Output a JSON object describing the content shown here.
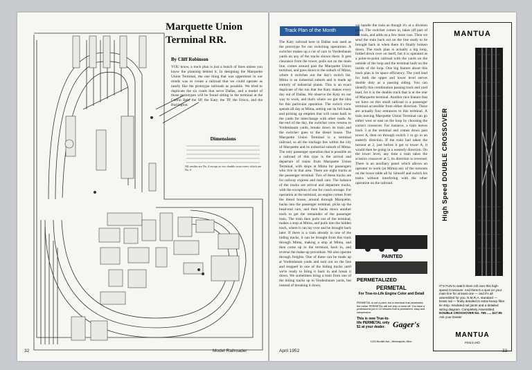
{
  "left_page": {
    "title": "Marquette Union Terminal RR.",
    "byline": "By Cliff Robinson",
    "intro_text": "YOU know, a track plan is just a bunch of lines unless you know the planning behind it. In designing the Marquette Union Terminal, the one thing that was uppermost in our minds was to create a railroad that we could operate as nearly like the prototype railroads as possible. We tried to duplicate the six roads that serve Dallas, and a model of those prototypes will be found sitting in the terminal at the Cotton Belt, the SP, the Katy, the TP, the Frisco, and the Burlington.",
    "dimensions_title": "Dimensions",
    "dimensions_note": "All trestles are No. 4 except as two double cross-overs which are No. 6",
    "folio_number": "32",
    "folio_magazine": "Model Railroader"
  },
  "right_page": {
    "section_tag": "Track Plan of the Month",
    "folio_date": "April 1952",
    "folio_number": "33",
    "col1": "The Katy railroad here in Dallas was used as the prototype for our switching operations. A switcher makes up a cut of cars in Vordenbaum yards on any of the tracks shown there. It gets clearance from the tower, pulls out on the main line, comes around past the Marquette Union terminal, and goes down to the suburb of Mima, where it switches out the day's switch list. Mima is an industrial suburb and is made up entirely of industrial plants. This is an exact duplicate of the run that the Katy makes every day out of Dallas. We observe the Katy on our way to work, and that's where we got the idea for this particular operation. The switch crew spends all day at Mima, setting out its full loads and picking up empties that will come back to the yards for interchange with other roads. At the end of the day, the switcher crew returns to Vordenbaum yards, breaks down its train and the switcher goes to the diesel house. The Marquette Union Terminal is a terminal railroad, so all the trackage lies within the city of Marquette and its industrial suburb of Mima. The only passenger operation that is possible on a railroad of this type is the arrival and departure of trains from Marquette Union Terminal, with stops at Mima for passengers who live in that area. There are eight tracks at the passenger terminal. Two of these tracks are for railway express and mail cars. The balance of the tracks are arrival and departure tracks, with the exception of one for coach storage. For operation at the terminal, an engine comes from the diesel house, around through Marquette, backs into the passenger terminal, picks up the head-end cars, and then backs down another track to get the remainder of the passenger train. The train then pulls out of the terminal, makes a stop at Mima, and pulls into the hidden track, where it can lay over and be brought back later. If there is a train already in one of the hiding tracks, it can be brought from this track through Mima, making a stop at Mima, and then come up to the terminal, back in, and reverse the make-up procedure. We also operate through freights. One of these can be made up at Vordenbaum yards and sent out on the line and stopped in one of the hiding tracks until we're ready to bring it back in and break it down. We sometimes bring a train from one of the hiding tracks up to Vordenbaum yards, but instead of breaking it down,",
    "col2": "we handle the train as though it's at a division point. The switcher comes in, takes off part of the train, and adds on a few more cars. Then we send the train back out on the line ready to be brought back in when there it's finally broken down. The track plan is actually a big loop, folded down over on itself, but it is operated as a point-to-point railroad with the yards on the outside of the loop and the terminal built on the inside of the loop. One big feature about this track plan is its space efficiency. The yard lead for both the upper and lower level serves double duty as a passing siding. You can identify this combination passing track and yard lead, for it is the double track that is at the rear of Marquette terminal. Another nice feature that we have on this small railroad is a passenger terminal accessible from either direction. There are actually four entrances to this terminal. A train leaving Marquette Union Terminal can go either west or east on the loop by choosing the correct crossover. For instance, a train leaves track 3 at the terminal and comes down past tower A, then on through switch 1 to go in an easterly direction. If the train had taken the turnout at 2, just before it got to tower A, it would then be going in a westerly direction. On the lower level, any time a train takes the scissors crossover at 5, its direction is reversed. There is an auxiliary panel which allows an operator to work (at Mima) any of the turnouts on the lower table all by himself and switch his trains without interfering with the other operation on the railroad.",
    "mantua_top": "MANTUA",
    "mantua_vertical": "High Speed DOUBLE CROSSOVER",
    "mantua_copy": "IT'S FUN to watch them roll over this high-speed Crossover. And there's a spot on your main line for at least one — and it's all assembled for you. N.M.R.A. standard — brass rail — finely detailed to extra-heavy fibre tie strip. Insulated rail joints and a detailed wiring diagram. Completely Assembled.",
    "mantua_price_line": "DOUBLE CROSSOVER No. 765 ..... $17.95",
    "mantua_dealer": "Ask your Dealer",
    "mantua_bottom": "MANTUA",
    "mantua_bottom_sub": "First in HO",
    "perm_painted": "PAINTED",
    "perm_permatalized": "PERMETALIZED",
    "perm_brand": "PERMETAL",
    "perm_tag": "For True-to-Life Engine Color and Detail",
    "perm_copy": "PERMETAL is not a paint, but a chemical that penetrates the metal. PERMETAL will not chip or wear off. You have a professional job in 10 minutes that is permanent, easy and inexpensive.",
    "perm_new": "This is new True-to-life PERMETAL only $1 at your dealer.",
    "perm_logo": "Gager's",
    "perm_address": "1024 Nicollet Ave., Minneapolis, Minn."
  },
  "colors": {
    "page": "#f6f6f3",
    "accent": "#2a5a9a",
    "ink": "#222222"
  }
}
